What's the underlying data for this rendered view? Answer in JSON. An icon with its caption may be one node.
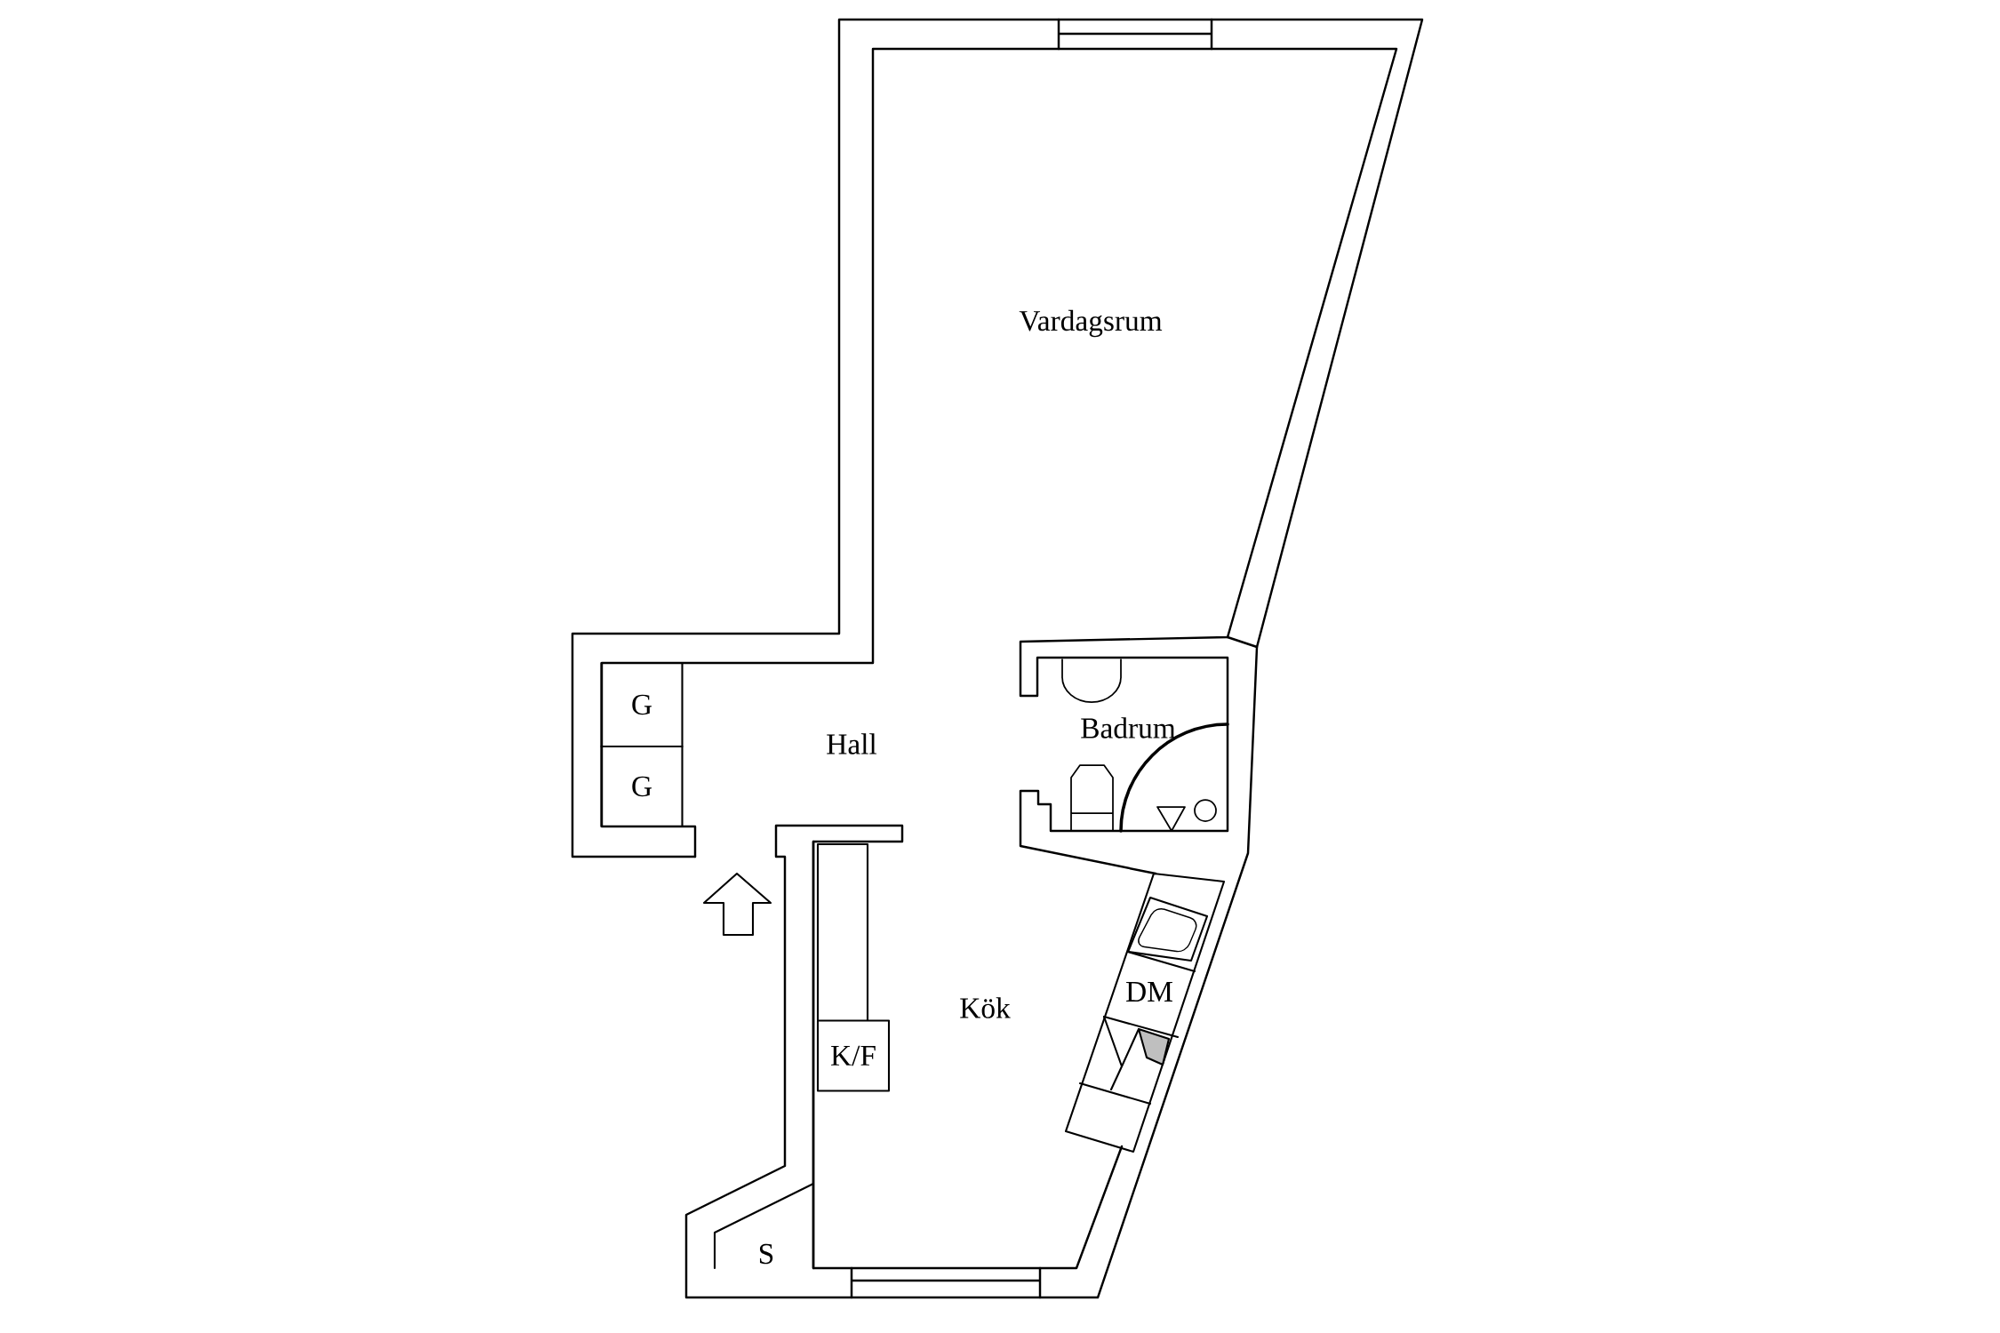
{
  "diagram": {
    "nodes": [
      {
        "text": [
          "G"
        ]
      },
      {
        "text": [
          "G"
        ]
      },
      {
        "text": [
          "K/F"
        ]
      },
      {
        "text": [
          "DM"
        ]
      },
      {
        "text": [
          "S"
        ]
      }
    ],
    "labels": [
      "Vardagsrum",
      "Hall",
      "Badrum",
      "Kök"
    ]
  }
}
